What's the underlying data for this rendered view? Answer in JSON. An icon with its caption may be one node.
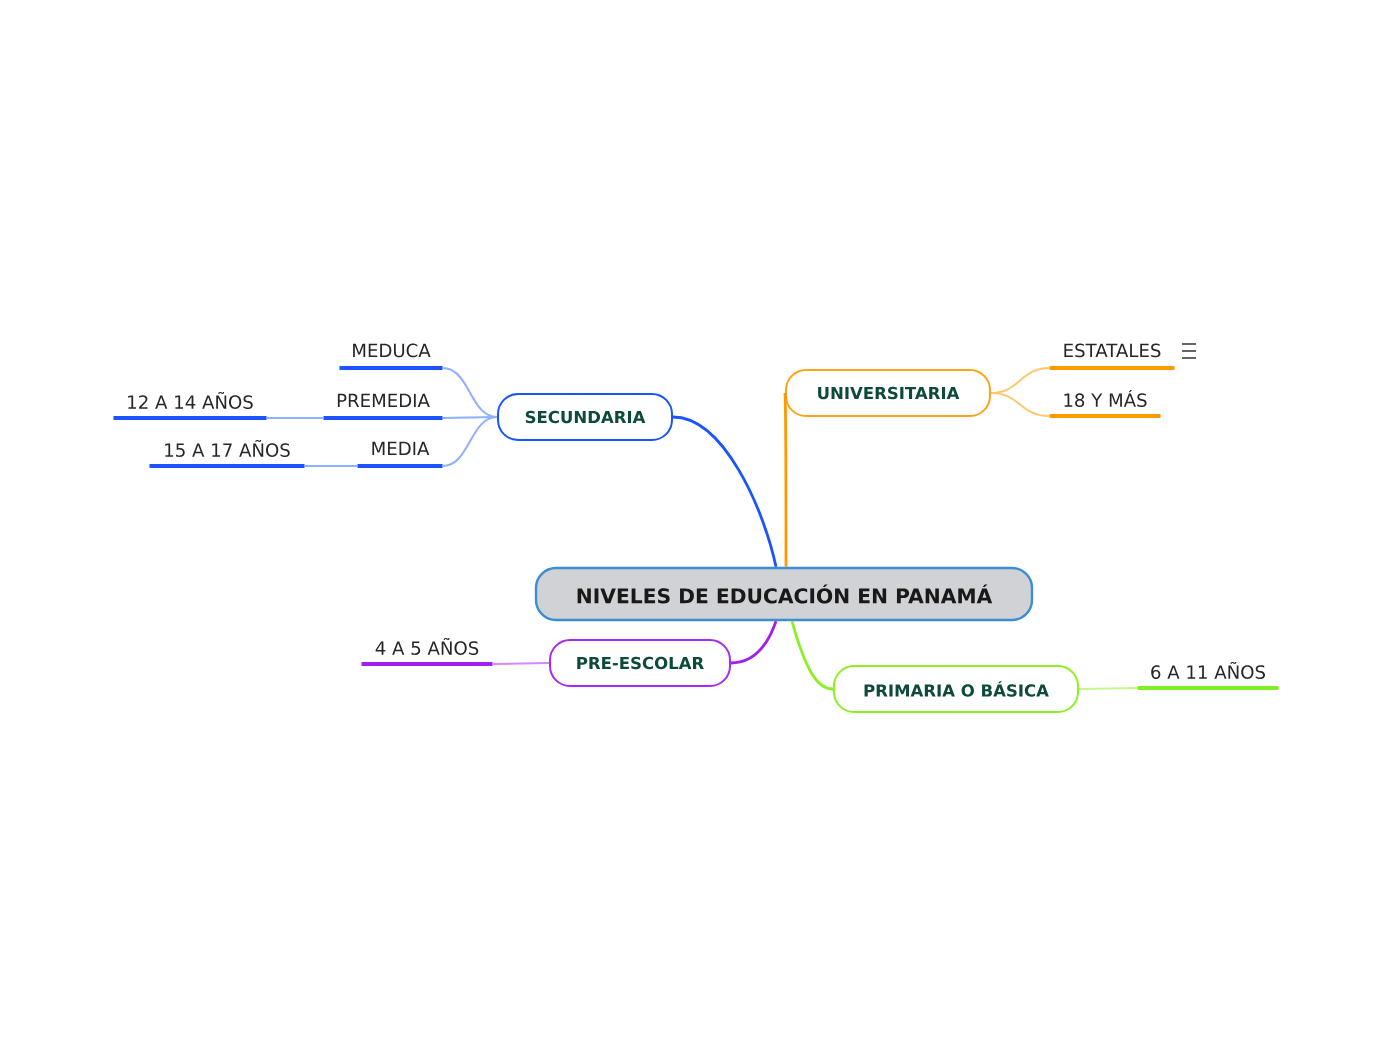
{
  "diagram": {
    "nodes": [
      {
        "text": [
          "NIVELES DE EDUCACIÓN EN PANAMÁ"
        ]
      },
      {
        "text": [
          "SECUNDARIA"
        ]
      },
      {
        "text": [
          "MEDUCA"
        ]
      },
      {
        "text": [
          "PREMEDIA"
        ]
      },
      {
        "text": [
          "12 A 14 AÑOS"
        ]
      },
      {
        "text": [
          "MEDIA"
        ]
      },
      {
        "text": [
          "15 A 17 AÑOS"
        ]
      },
      {
        "text": [
          "UNIVERSITARIA"
        ]
      },
      {
        "text": [
          "ESTATALES"
        ]
      },
      {
        "text": [
          "18 Y MÁS"
        ]
      },
      {
        "text": [
          "PRE-ESCOLAR"
        ]
      },
      {
        "text": [
          "4 A 5 AÑOS"
        ]
      },
      {
        "text": [
          "PRIMARIA O BÁSICA"
        ]
      },
      {
        "text": [
          "6 A 11 AÑOS"
        ]
      }
    ],
    "edges": [
      {
        "from": 0,
        "to": 1,
        "arrow": "none",
        "color": "#1a53ff"
      },
      {
        "from": 1,
        "to": 2,
        "arrow": "none",
        "color": "#8fb0ff"
      },
      {
        "from": 1,
        "to": 3,
        "arrow": "none",
        "color": "#8fb0ff"
      },
      {
        "from": 3,
        "to": 4,
        "arrow": "none",
        "color": "#8fb0ff"
      },
      {
        "from": 1,
        "to": 5,
        "arrow": "none",
        "color": "#8fb0ff"
      },
      {
        "from": 5,
        "to": 6,
        "arrow": "none",
        "color": "#8fb0ff"
      },
      {
        "from": 0,
        "to": 7,
        "arrow": "none",
        "color": "#ff9900"
      },
      {
        "from": 7,
        "to": 8,
        "arrow": "none",
        "color": "#ffc870"
      },
      {
        "from": 7,
        "to": 9,
        "arrow": "none",
        "color": "#ffc870"
      },
      {
        "from": 0,
        "to": 10,
        "arrow": "none",
        "color": "#a020f0"
      },
      {
        "from": 10,
        "to": 11,
        "arrow": "none",
        "color": "#d08aff"
      },
      {
        "from": 0,
        "to": 12,
        "arrow": "none",
        "color": "#8cf023"
      },
      {
        "from": 12,
        "to": 13,
        "arrow": "none",
        "color": "#c5f78a"
      }
    ]
  }
}
